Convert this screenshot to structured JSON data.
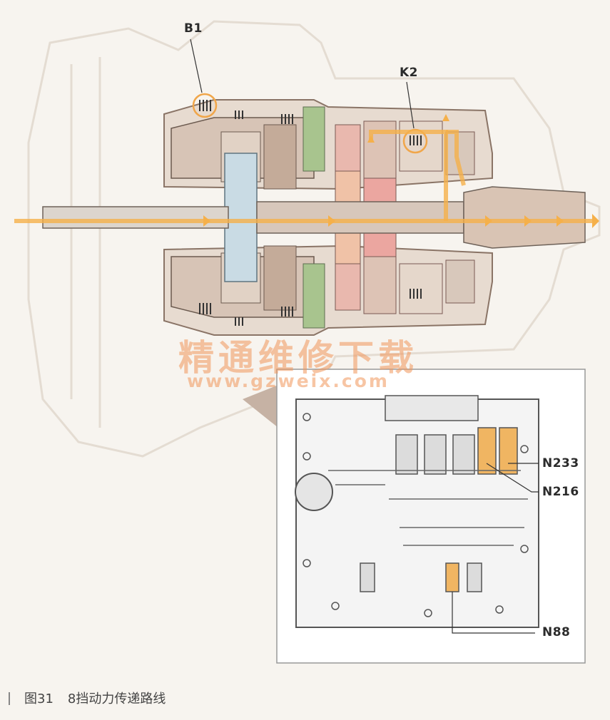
{
  "labels": {
    "b1": "B1",
    "k2": "K2",
    "n233": "N233",
    "n216": "N216",
    "n88": "N88"
  },
  "watermark": {
    "text": "精通维修下载",
    "url": "www.gzweix.com"
  },
  "caption": {
    "number": "图31",
    "title": "8挡动力传递路线"
  },
  "colors": {
    "power_flow": "#f5b04a",
    "housing": "#d9c9bb",
    "clutch_brown": "#b89a84",
    "planet_pink": "#e9b8ae",
    "shaft_blue": "#c9dbe4",
    "highlight_orange": "#f0a64a",
    "green_part": "#a8c48e"
  }
}
